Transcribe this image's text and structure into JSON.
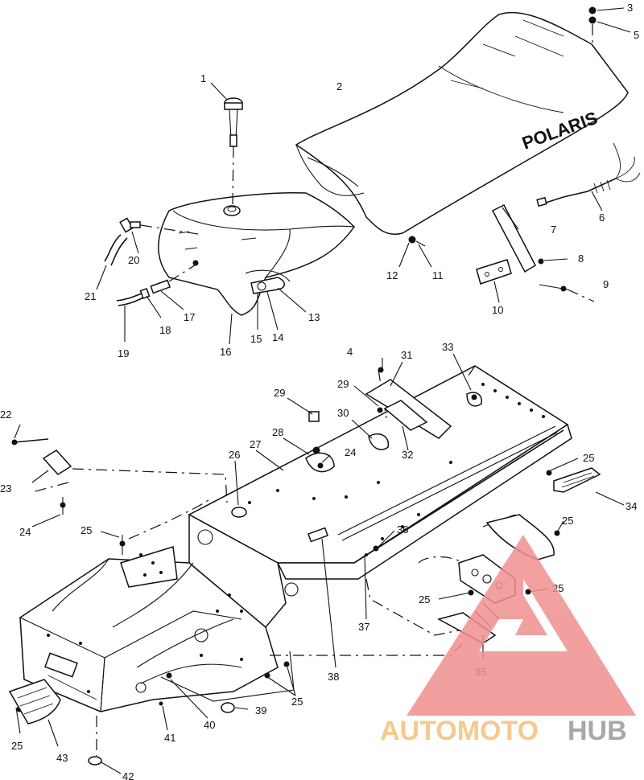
{
  "diagram": {
    "seat_brand": "POLARIS",
    "callouts": [
      {
        "id": "c1",
        "text": "1"
      },
      {
        "id": "c2",
        "text": "2"
      },
      {
        "id": "c3",
        "text": "3"
      },
      {
        "id": "c4",
        "text": "4"
      },
      {
        "id": "c5",
        "text": "5"
      },
      {
        "id": "c6",
        "text": "6"
      },
      {
        "id": "c7",
        "text": "7"
      },
      {
        "id": "c8",
        "text": "8"
      },
      {
        "id": "c9",
        "text": "9"
      },
      {
        "id": "c10",
        "text": "10"
      },
      {
        "id": "c11",
        "text": "11"
      },
      {
        "id": "c12",
        "text": "12"
      },
      {
        "id": "c13",
        "text": "13"
      },
      {
        "id": "c14",
        "text": "14"
      },
      {
        "id": "c15",
        "text": "15"
      },
      {
        "id": "c16",
        "text": "16"
      },
      {
        "id": "c17",
        "text": "17"
      },
      {
        "id": "c18",
        "text": "18"
      },
      {
        "id": "c19",
        "text": "19"
      },
      {
        "id": "c20",
        "text": "20"
      },
      {
        "id": "c21",
        "text": "21"
      },
      {
        "id": "c22",
        "text": "22"
      },
      {
        "id": "c23",
        "text": "23"
      },
      {
        "id": "c24a",
        "text": "24"
      },
      {
        "id": "c24b",
        "text": "24"
      },
      {
        "id": "c25a",
        "text": "25"
      },
      {
        "id": "c25b",
        "text": "25"
      },
      {
        "id": "c25c",
        "text": "25"
      },
      {
        "id": "c25d",
        "text": "25"
      },
      {
        "id": "c25e",
        "text": "25"
      },
      {
        "id": "c25f",
        "text": "25"
      },
      {
        "id": "c25g",
        "text": "25"
      },
      {
        "id": "c26",
        "text": "26"
      },
      {
        "id": "c27",
        "text": "27"
      },
      {
        "id": "c28",
        "text": "28"
      },
      {
        "id": "c29a",
        "text": "29"
      },
      {
        "id": "c29b",
        "text": "29"
      },
      {
        "id": "c30",
        "text": "30"
      },
      {
        "id": "c31",
        "text": "31"
      },
      {
        "id": "c32",
        "text": "32"
      },
      {
        "id": "c33",
        "text": "33"
      },
      {
        "id": "c34",
        "text": "34"
      },
      {
        "id": "c35",
        "text": "35"
      },
      {
        "id": "c36",
        "text": "36"
      },
      {
        "id": "c37",
        "text": "37"
      },
      {
        "id": "c38",
        "text": "38"
      },
      {
        "id": "c39",
        "text": "39"
      },
      {
        "id": "c40",
        "text": "40"
      },
      {
        "id": "c41",
        "text": "41"
      },
      {
        "id": "c42",
        "text": "42"
      },
      {
        "id": "c43",
        "text": "43"
      }
    ]
  },
  "watermark": {
    "part1": "AUTOMOTO",
    "part2": "HUB",
    "color_primary": "#f08f8f",
    "color_secondary": "#f5c07a",
    "color_hub": "#9a9a9a"
  }
}
